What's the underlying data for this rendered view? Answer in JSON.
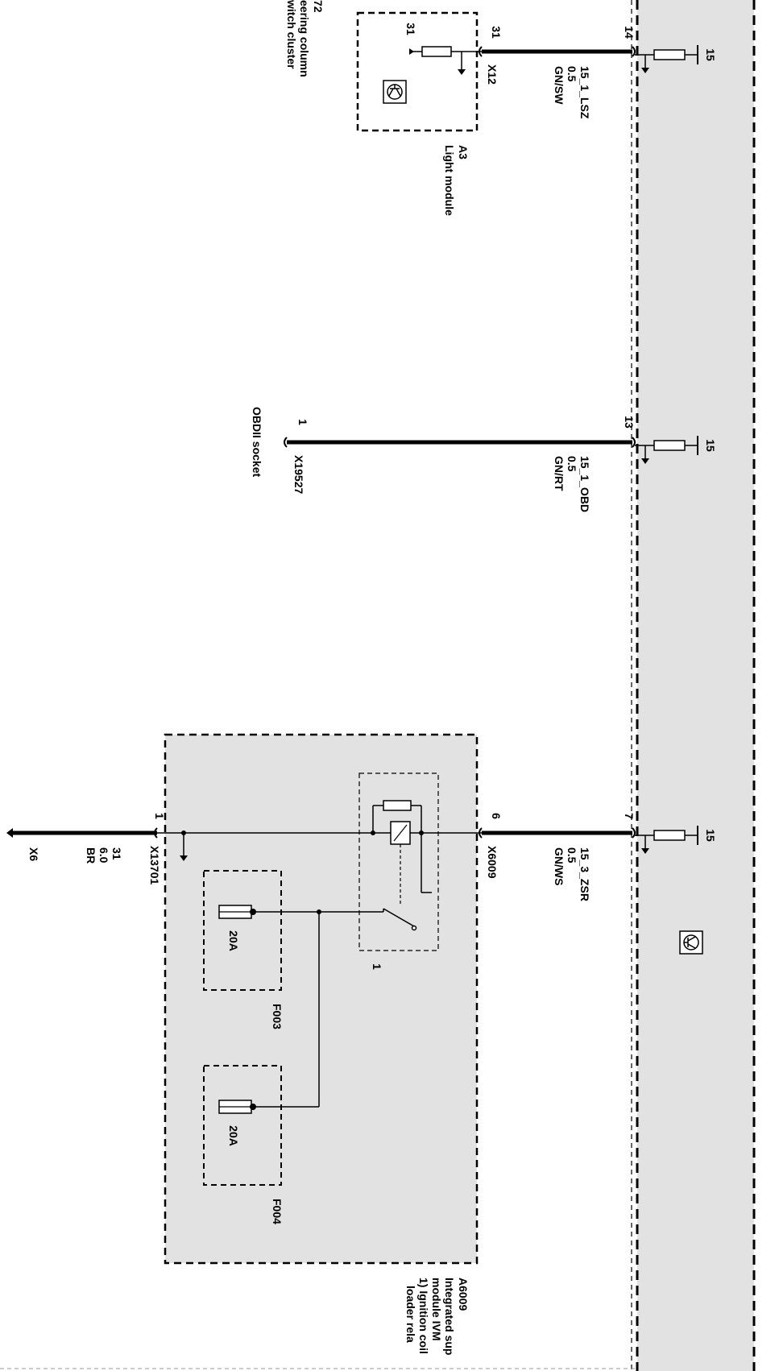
{
  "diagram": {
    "partial_label": {
      "code": "72",
      "line1": "eering column",
      "line2": "witch cluster"
    },
    "light_module": {
      "code": "A3",
      "name": "Light module",
      "pin_inner": "31",
      "pin_outer": "31",
      "connector": "X12"
    },
    "obd_socket": {
      "name": "OBDII socket",
      "pin": "1",
      "connector": "X19527"
    },
    "wires": [
      {
        "name": "15_1_LSZ",
        "gauge": "0.5",
        "color": "GN/SW",
        "pin_right": "14"
      },
      {
        "name": "15_1_OBD",
        "gauge": "0.5",
        "color": "GN/RT",
        "pin_right": "13"
      },
      {
        "name": "15_3_ZSR",
        "gauge": "0.5",
        "color": "GN/WS",
        "pin_right": "7"
      }
    ],
    "right_module": {
      "terminal_label": "15"
    },
    "ivm": {
      "code": "A6009",
      "line1": "Integrated sup",
      "line2": "module IVM",
      "line3": "1) Ignition coil",
      "line4": "loader rela",
      "pin_input": "6",
      "connector_input": "X6009",
      "pin_output": "1",
      "connector_output": "X13701",
      "relay_label": "1",
      "fuse1": {
        "rating": "20A",
        "name": "F003"
      },
      "fuse2": {
        "rating": "20A",
        "name": "F004"
      }
    },
    "ground_wire": {
      "name": "31",
      "gauge": "6.0",
      "color": "BR",
      "connector": "X6"
    }
  }
}
